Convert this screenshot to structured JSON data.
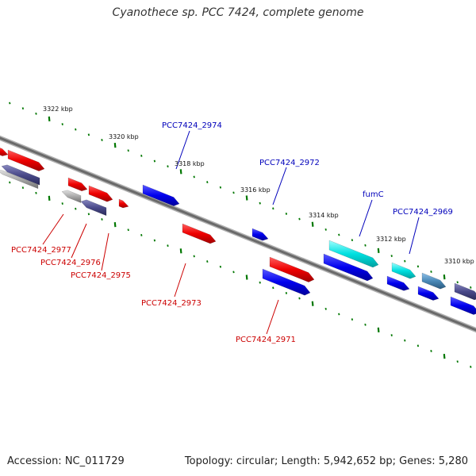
{
  "title": "Cyanothece sp. PCC 7424, complete genome",
  "footer": {
    "accession": "Accession: NC_011729",
    "summary": "Topology: circular; Length: 5,942,652 bp; Genes: 5,280"
  },
  "colors": {
    "forward_gene": "#0000ee",
    "reverse_gene": "#ee0000",
    "rna_gene": "#00d8d8",
    "other_gene_gray": "#a8a8a8",
    "other_gene_slate": "#4a4a8a",
    "other_gene_steel": "#4a8ab8",
    "backbone": "#808080",
    "tick": "#007700",
    "forward_label": "#0000bb",
    "reverse_label": "#cc0000"
  },
  "scale_labels": [
    "3322 kbp",
    "3320 kbp",
    "3318 kbp",
    "3316 kbp",
    "3314 kbp",
    "3312 kbp",
    "3310 kbp"
  ],
  "gene_labels": [
    {
      "text": "PCC7424_2974",
      "strand": "forward"
    },
    {
      "text": "PCC7424_2972",
      "strand": "forward"
    },
    {
      "text": "fumC",
      "strand": "forward"
    },
    {
      "text": "PCC7424_2969",
      "strand": "forward"
    },
    {
      "text": "PCC7424_2977",
      "strand": "reverse"
    },
    {
      "text": "PCC7424_2976",
      "strand": "reverse"
    },
    {
      "text": "PCC7424_2975",
      "strand": "reverse"
    },
    {
      "text": "PCC7424_2973",
      "strand": "reverse"
    },
    {
      "text": "PCC7424_2971",
      "strand": "reverse"
    }
  ]
}
